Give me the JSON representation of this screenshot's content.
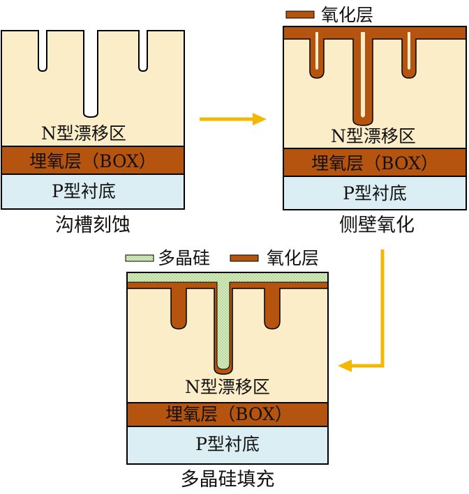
{
  "colors": {
    "drift": "#fbedc8",
    "box": "#b5540f",
    "substrate": "#dbeef3",
    "oxide": "#b5540f",
    "poly": "#d8ecc4",
    "arrow": "#f5b800",
    "outline": "#000000"
  },
  "labels": {
    "drift": "N型漂移区",
    "box": "埋氧层（BOX）",
    "substrate": "P型衬底"
  },
  "steps": [
    {
      "caption": "沟槽刻蚀"
    },
    {
      "caption": "侧壁氧化"
    },
    {
      "caption": "多晶硅填充"
    }
  ],
  "legend": {
    "oxide": "氧化层",
    "poly": "多晶硅"
  }
}
